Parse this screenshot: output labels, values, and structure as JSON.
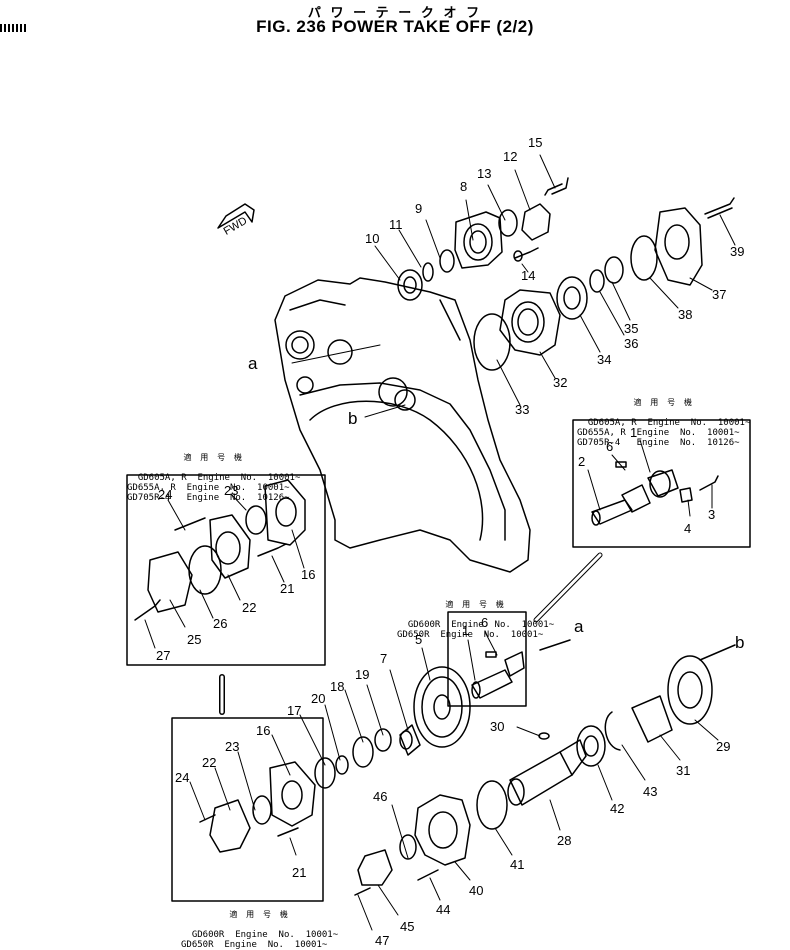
{
  "header": {
    "title_jp": "パ ワ ー テ ー ク オ フ",
    "title": "FIG. 236  POWER TAKE OFF (2/2)"
  },
  "fwd_label": "FWD",
  "callouts": {
    "a": "a",
    "b": "b"
  },
  "part_numbers": [
    "1",
    "2",
    "3",
    "4",
    "5",
    "6",
    "7",
    "8",
    "9",
    "10",
    "11",
    "12",
    "13",
    "14",
    "15",
    "16",
    "17",
    "18",
    "19",
    "20",
    "21",
    "22",
    "23",
    "24",
    "25",
    "26",
    "27",
    "28",
    "29",
    "30",
    "31",
    "32",
    "33",
    "34",
    "35",
    "36",
    "37",
    "38",
    "39",
    "40",
    "41",
    "42",
    "43",
    "44",
    "45",
    "46",
    "47"
  ],
  "serial_blocks": {
    "upper_right": {
      "heading": "適 用 号 機",
      "lines": [
        "GD605A, R  Engine  No.  10001~",
        "GD655A, R  Engine  No.  10001~",
        "GD705R-4   Engine  No.  10126~"
      ]
    },
    "upper_left": {
      "heading": "適 用 号 機",
      "lines": [
        "GD605A, R  Engine  No.  10001~",
        "GD655A, R  Engine  No.  10001~",
        "GD705R-4   Engine  No.  10126~"
      ]
    },
    "middle": {
      "heading": "適 用 号 機",
      "lines": [
        "GD600R  Engine  No.  10001~",
        "GD650R  Engine  No.  10001~"
      ]
    },
    "bottom": {
      "heading": "適 用 号 機",
      "lines": [
        "GD600R  Engine  No.  10001~",
        "GD650R  Engine  No.  10001~"
      ]
    }
  }
}
